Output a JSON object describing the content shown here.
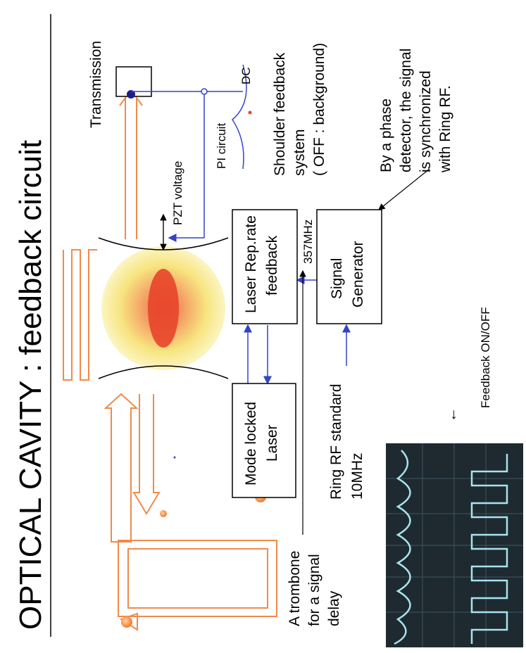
{
  "title": "OPTICAL CAVITY : feedback circuit",
  "labels": {
    "transmission": "Transmission",
    "dc": "DC",
    "pi_circuit": "PI circuit",
    "shoulder_line1": "Shoulder feedback",
    "shoulder_line2": "system",
    "shoulder_line3": "( OFF : background)",
    "pzt_voltage": "PZT voltage",
    "phase_line1": "By a phase",
    "phase_line2": "detector, the signal",
    "phase_line3": "is synchronized",
    "phase_line4": "with Ring RF.",
    "freq_357": "357MHz",
    "laser_rep_line1": "Laser Rep.rate",
    "laser_rep_line2": "feedback",
    "signal_gen_line1": "Signal",
    "signal_gen_line2": "Generator",
    "mode_locked_line1": "Mode locked",
    "mode_locked_line2": "Laser",
    "ring_rf_line1": "Ring RF standard",
    "ring_rf_line2": "10MHz",
    "trombone_line1": "A trombone",
    "trombone_line2": "for a signal",
    "trombone_line3": "delay",
    "feedback_onoff": "Feedback ON/OFF",
    "arrow_glyph": "←"
  },
  "colors": {
    "wire": "#3343c8",
    "beam": "#f08a4b",
    "cavity_glow": "#f6e06a",
    "hot_spot": "#e8452a",
    "scope_bg": "#1e2a30",
    "scope_trace": "#a9e2f0"
  }
}
